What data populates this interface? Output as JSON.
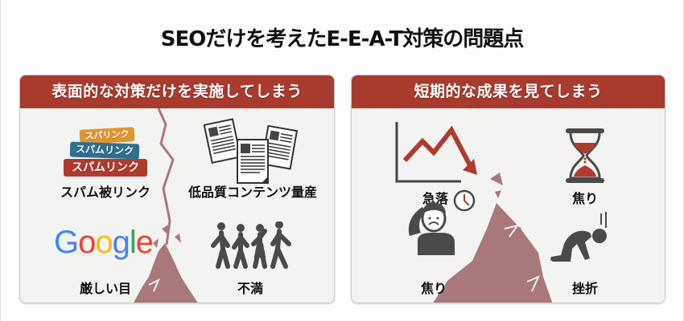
{
  "title": "SEOだけを考えたE-E-A-T対策の問題点",
  "colors": {
    "header_red": "#a83a2e",
    "crack_mauve": "#a8787a",
    "icon_gray": "#4a4a4a",
    "spam_orange": "#e0962f",
    "spam_blue": "#2f6f8f",
    "spam_red": "#b03a2e",
    "google_blue": "#4285f4",
    "google_red": "#ea4335",
    "google_yellow": "#fbbc05",
    "google_green": "#34a853"
  },
  "left_panel": {
    "header": "表面的な対策だけを実施してしまう",
    "items": [
      {
        "icon": "spam-link-tags-icon",
        "label": "スパム被リンク",
        "tags": [
          "スパリンク",
          "スパムリンク",
          "スパムリンク"
        ]
      },
      {
        "icon": "documents-icon",
        "label": "低品質コンテンツ量産"
      },
      {
        "icon": "google-logo",
        "label": "厳しい目",
        "logo_letters": [
          "G",
          "o",
          "o",
          "g",
          "l",
          "e"
        ]
      },
      {
        "icon": "walking-people-icon",
        "label": "不満"
      }
    ]
  },
  "right_panel": {
    "header": "短期的な成果を見てしまう",
    "items": [
      {
        "icon": "falling-chart-icon",
        "label": "急落"
      },
      {
        "icon": "hourglass-icon",
        "label": "焦り"
      },
      {
        "icon": "worried-person-clock-icon",
        "label": "焦り"
      },
      {
        "icon": "kneeling-person-icon",
        "label": "挫折"
      }
    ]
  }
}
